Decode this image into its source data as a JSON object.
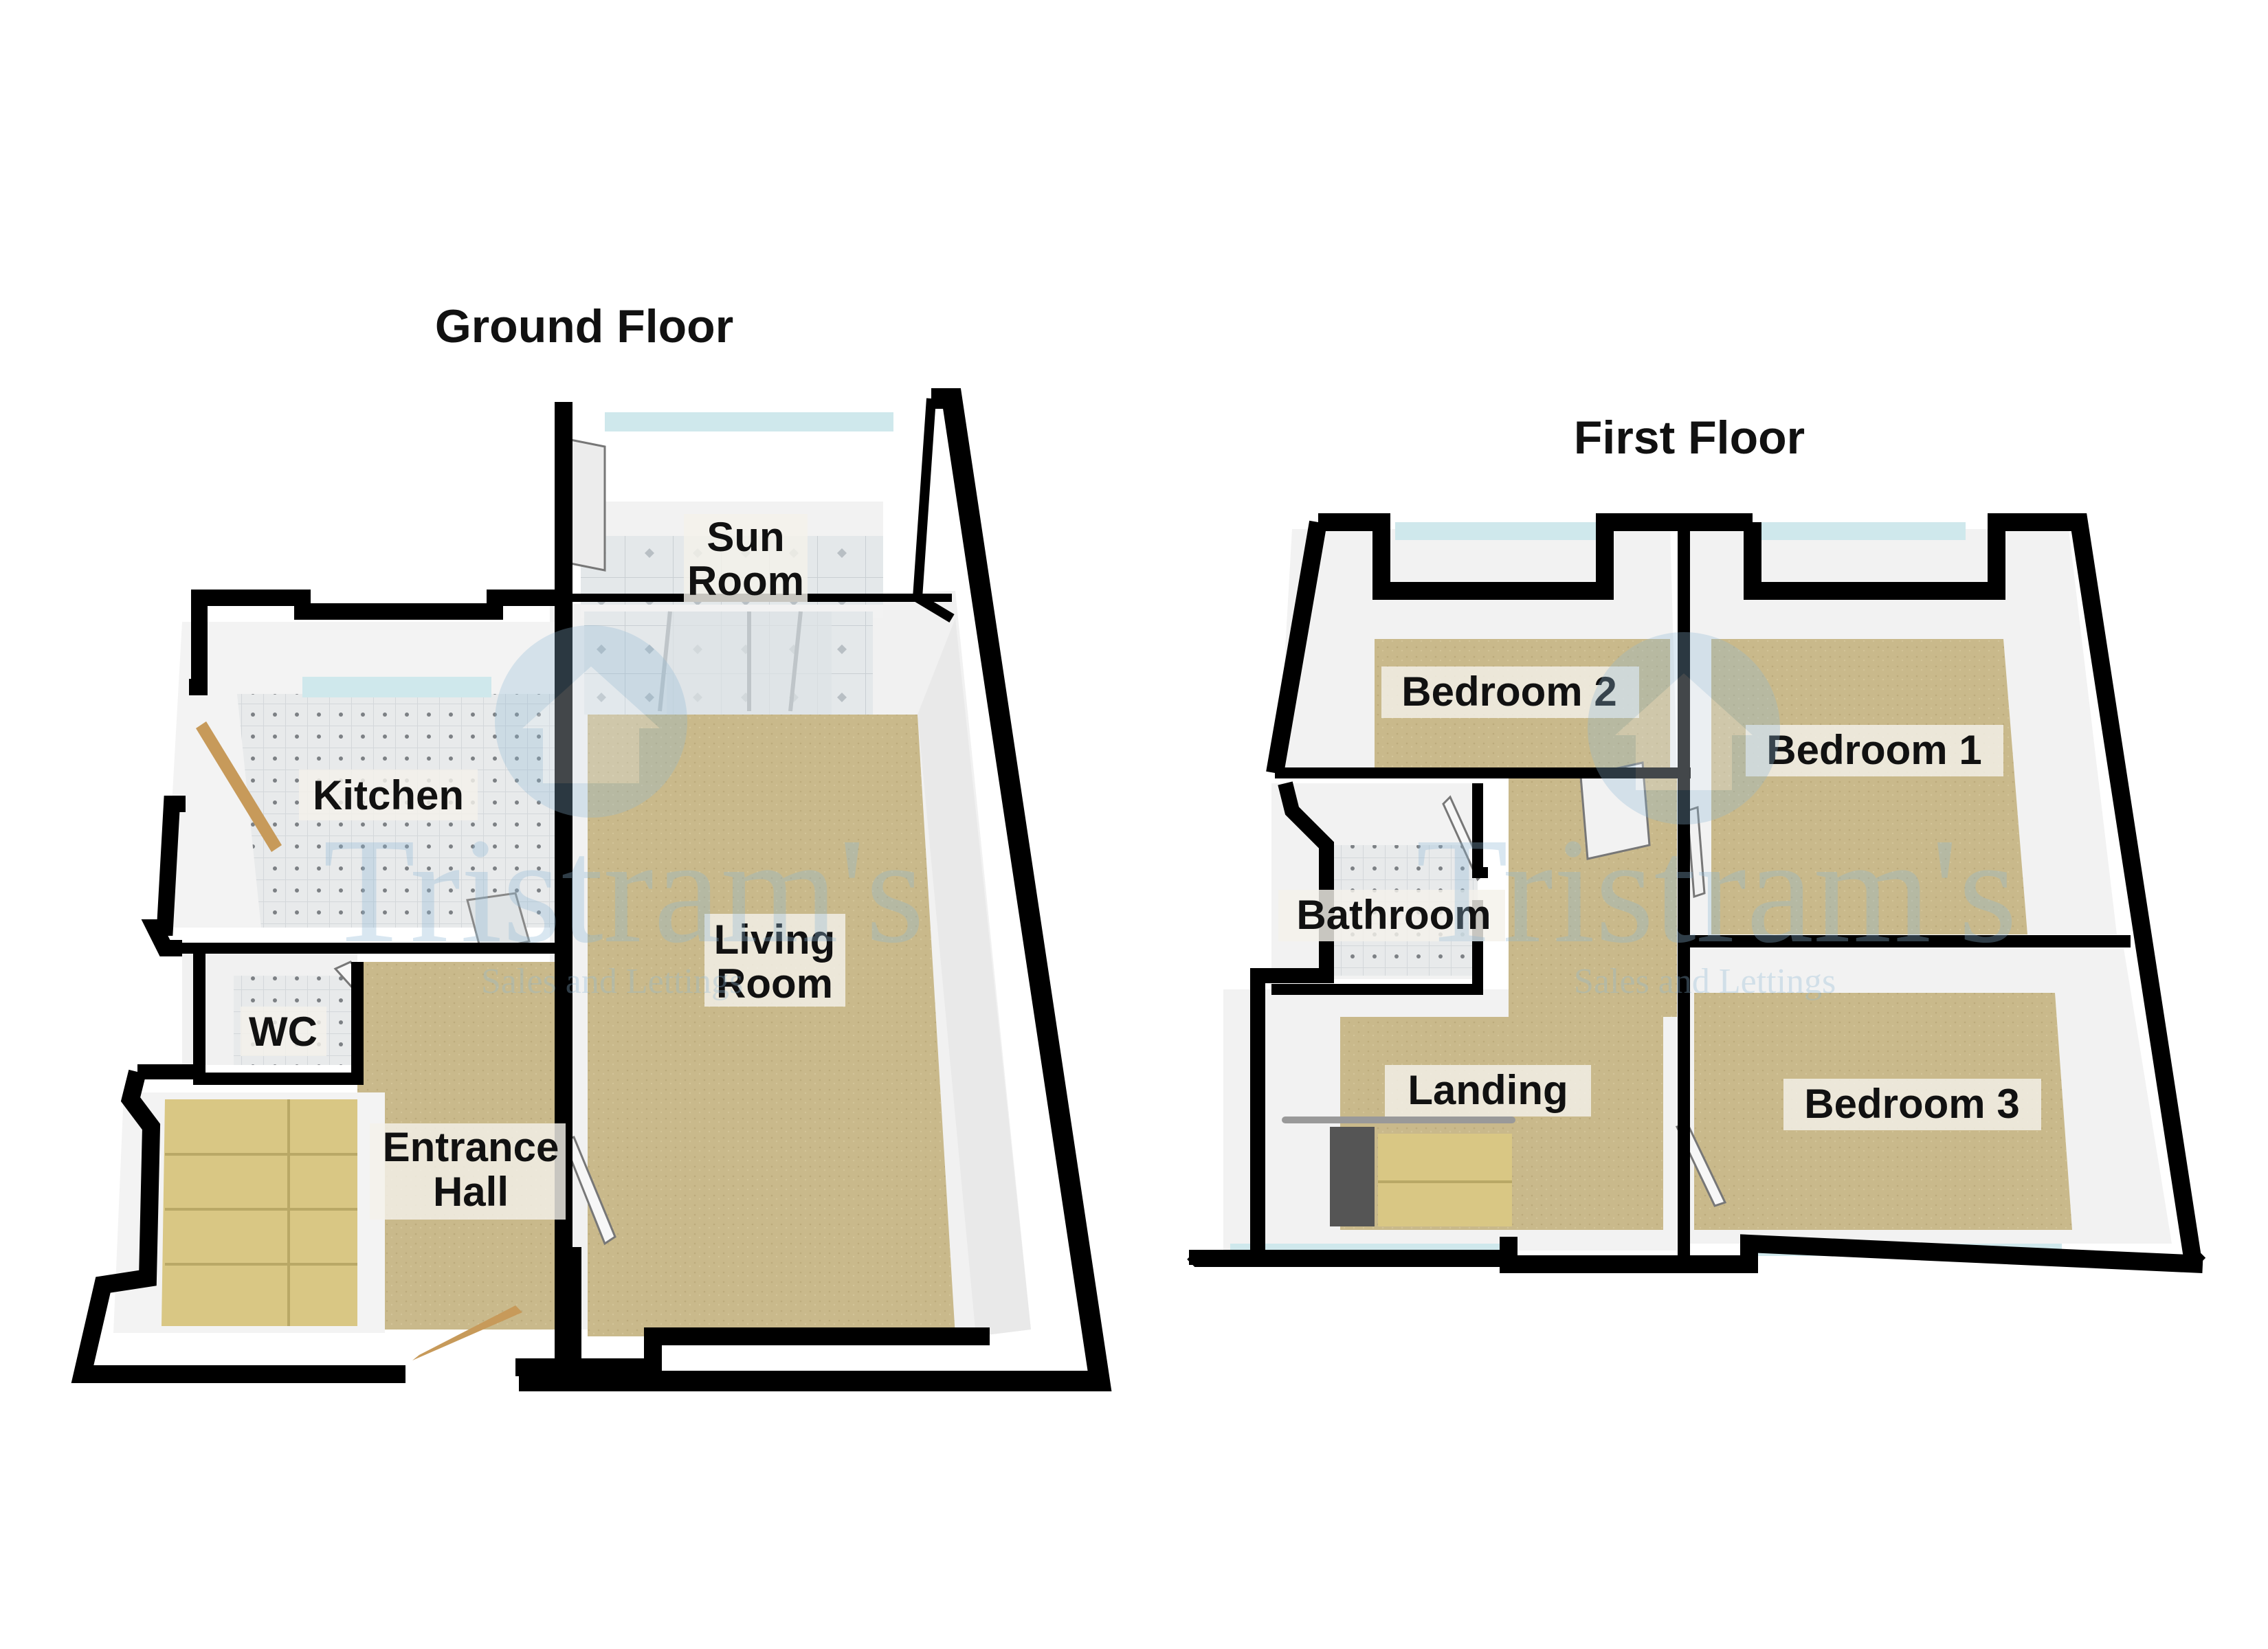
{
  "ground_floor": {
    "title": "Ground Floor",
    "rooms": {
      "sun_room": [
        "Sun",
        "Room"
      ],
      "kitchen": "Kitchen",
      "living_room": [
        "Living",
        "Room"
      ],
      "wc": "WC",
      "entrance_hall": [
        "Entrance",
        "Hall"
      ]
    }
  },
  "first_floor": {
    "title": "First Floor",
    "rooms": {
      "bedroom_2": "Bedroom 2",
      "bedroom_1": "Bedroom 1",
      "bathroom": "Bathroom",
      "landing": "Landing",
      "bedroom_3": "Bedroom 3"
    }
  },
  "watermark": {
    "name": "Tristram's",
    "tagline": "Sales and Lettings"
  },
  "colors": {
    "wall": "#000000",
    "wall_face": "#f3f3f3",
    "carpet": "#c9b98a",
    "tile": "#e6e8ea",
    "stairs": "#d9c784",
    "door": "#c79a5a",
    "window": "#cfe8ec",
    "watermark": "#8fb9d6",
    "label_bg": "#f4f1ea"
  }
}
